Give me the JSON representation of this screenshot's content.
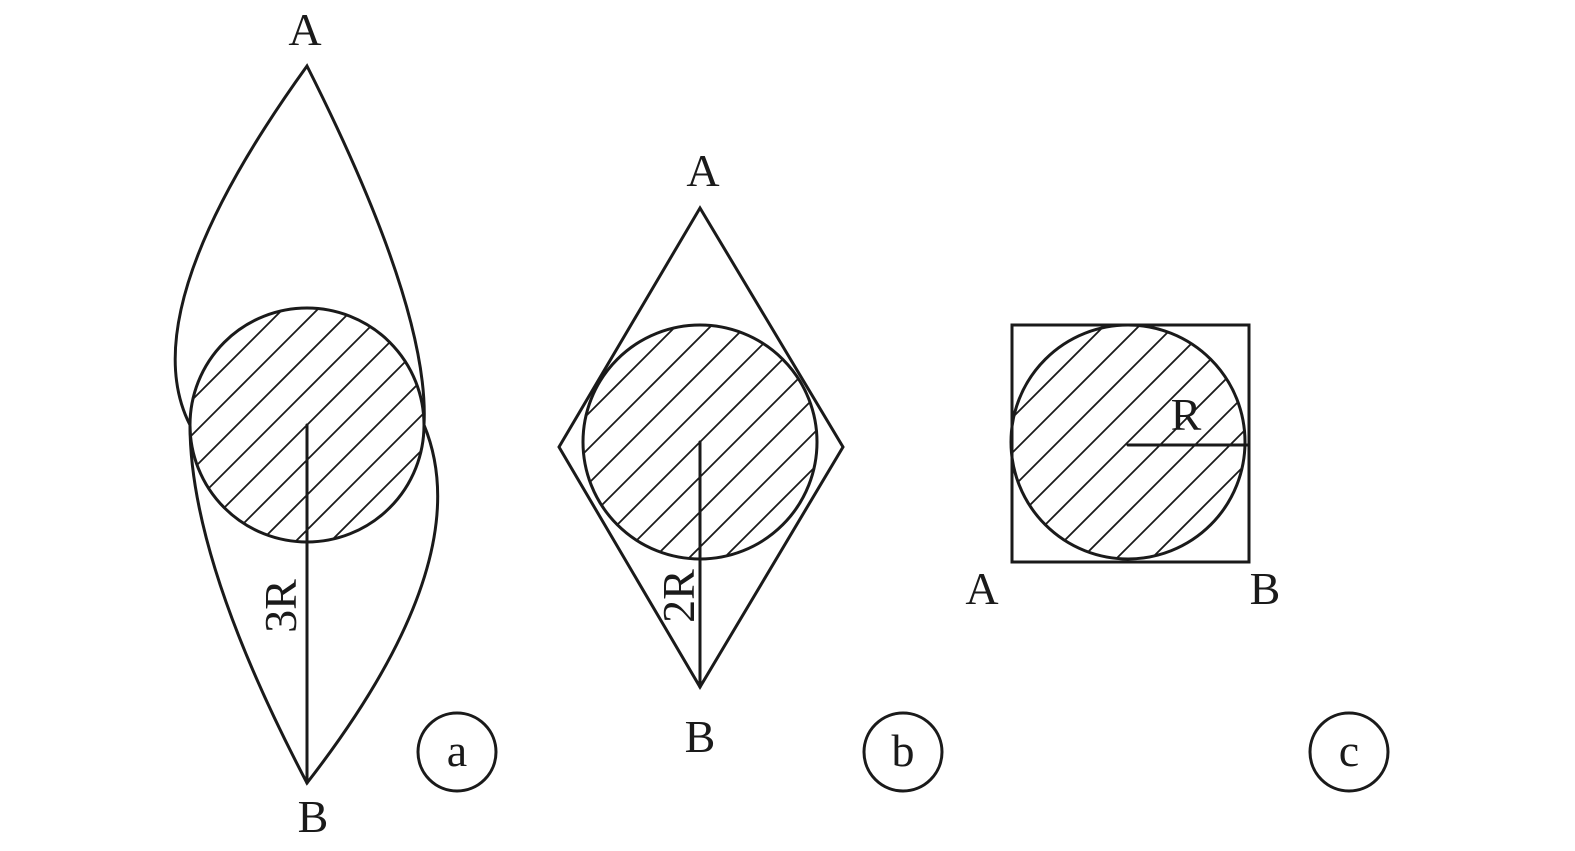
{
  "figures": [
    {
      "id": "a",
      "tag": "a",
      "top_label": "A",
      "bottom_label": "B",
      "dimension_label": "3R"
    },
    {
      "id": "b",
      "tag": "b",
      "top_label": "A",
      "bottom_label": "B",
      "dimension_label": "2R"
    },
    {
      "id": "c",
      "tag": "c",
      "left_label": "A",
      "right_label": "B",
      "dimension_label": "R"
    }
  ],
  "colors": {
    "ink": "#1a1a1a",
    "background": "#ffffff"
  }
}
